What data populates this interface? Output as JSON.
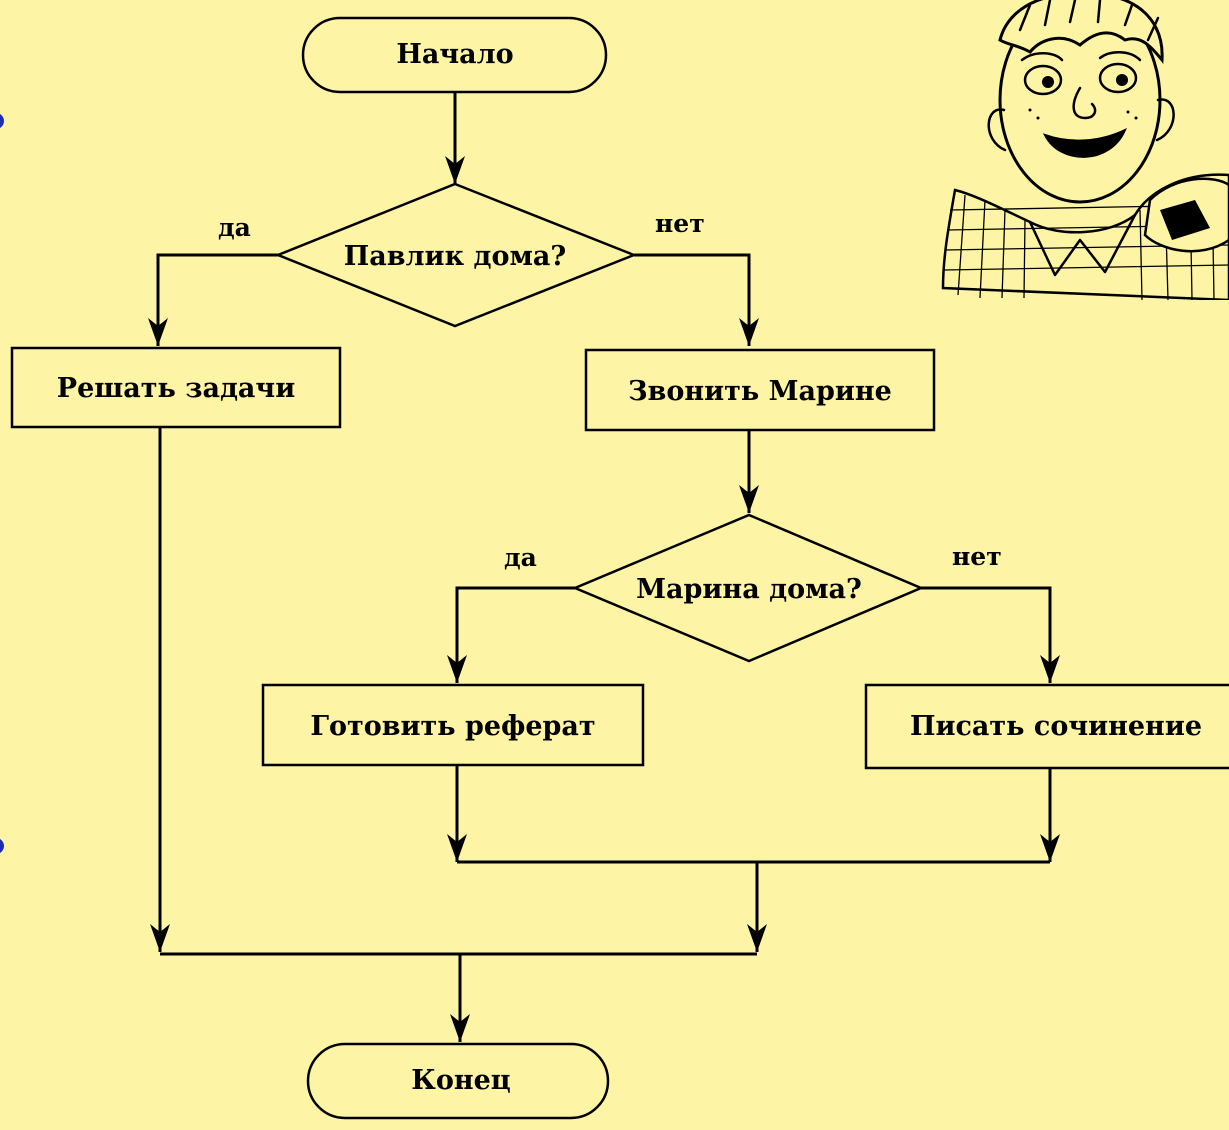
{
  "flowchart": {
    "start": "Начало",
    "end": "Конец",
    "decision1": {
      "question": "Павлик дома?",
      "yes": "да",
      "no": "нет"
    },
    "decision2": {
      "question": "Марина дома?",
      "yes": "да",
      "no": "нет"
    },
    "actions": {
      "solve": "Решать задачи",
      "call": "Звонить Марине",
      "report": "Готовить реферат",
      "essay": "Писать сочинение"
    }
  },
  "illustration": {
    "subject": "boy-illustration"
  }
}
